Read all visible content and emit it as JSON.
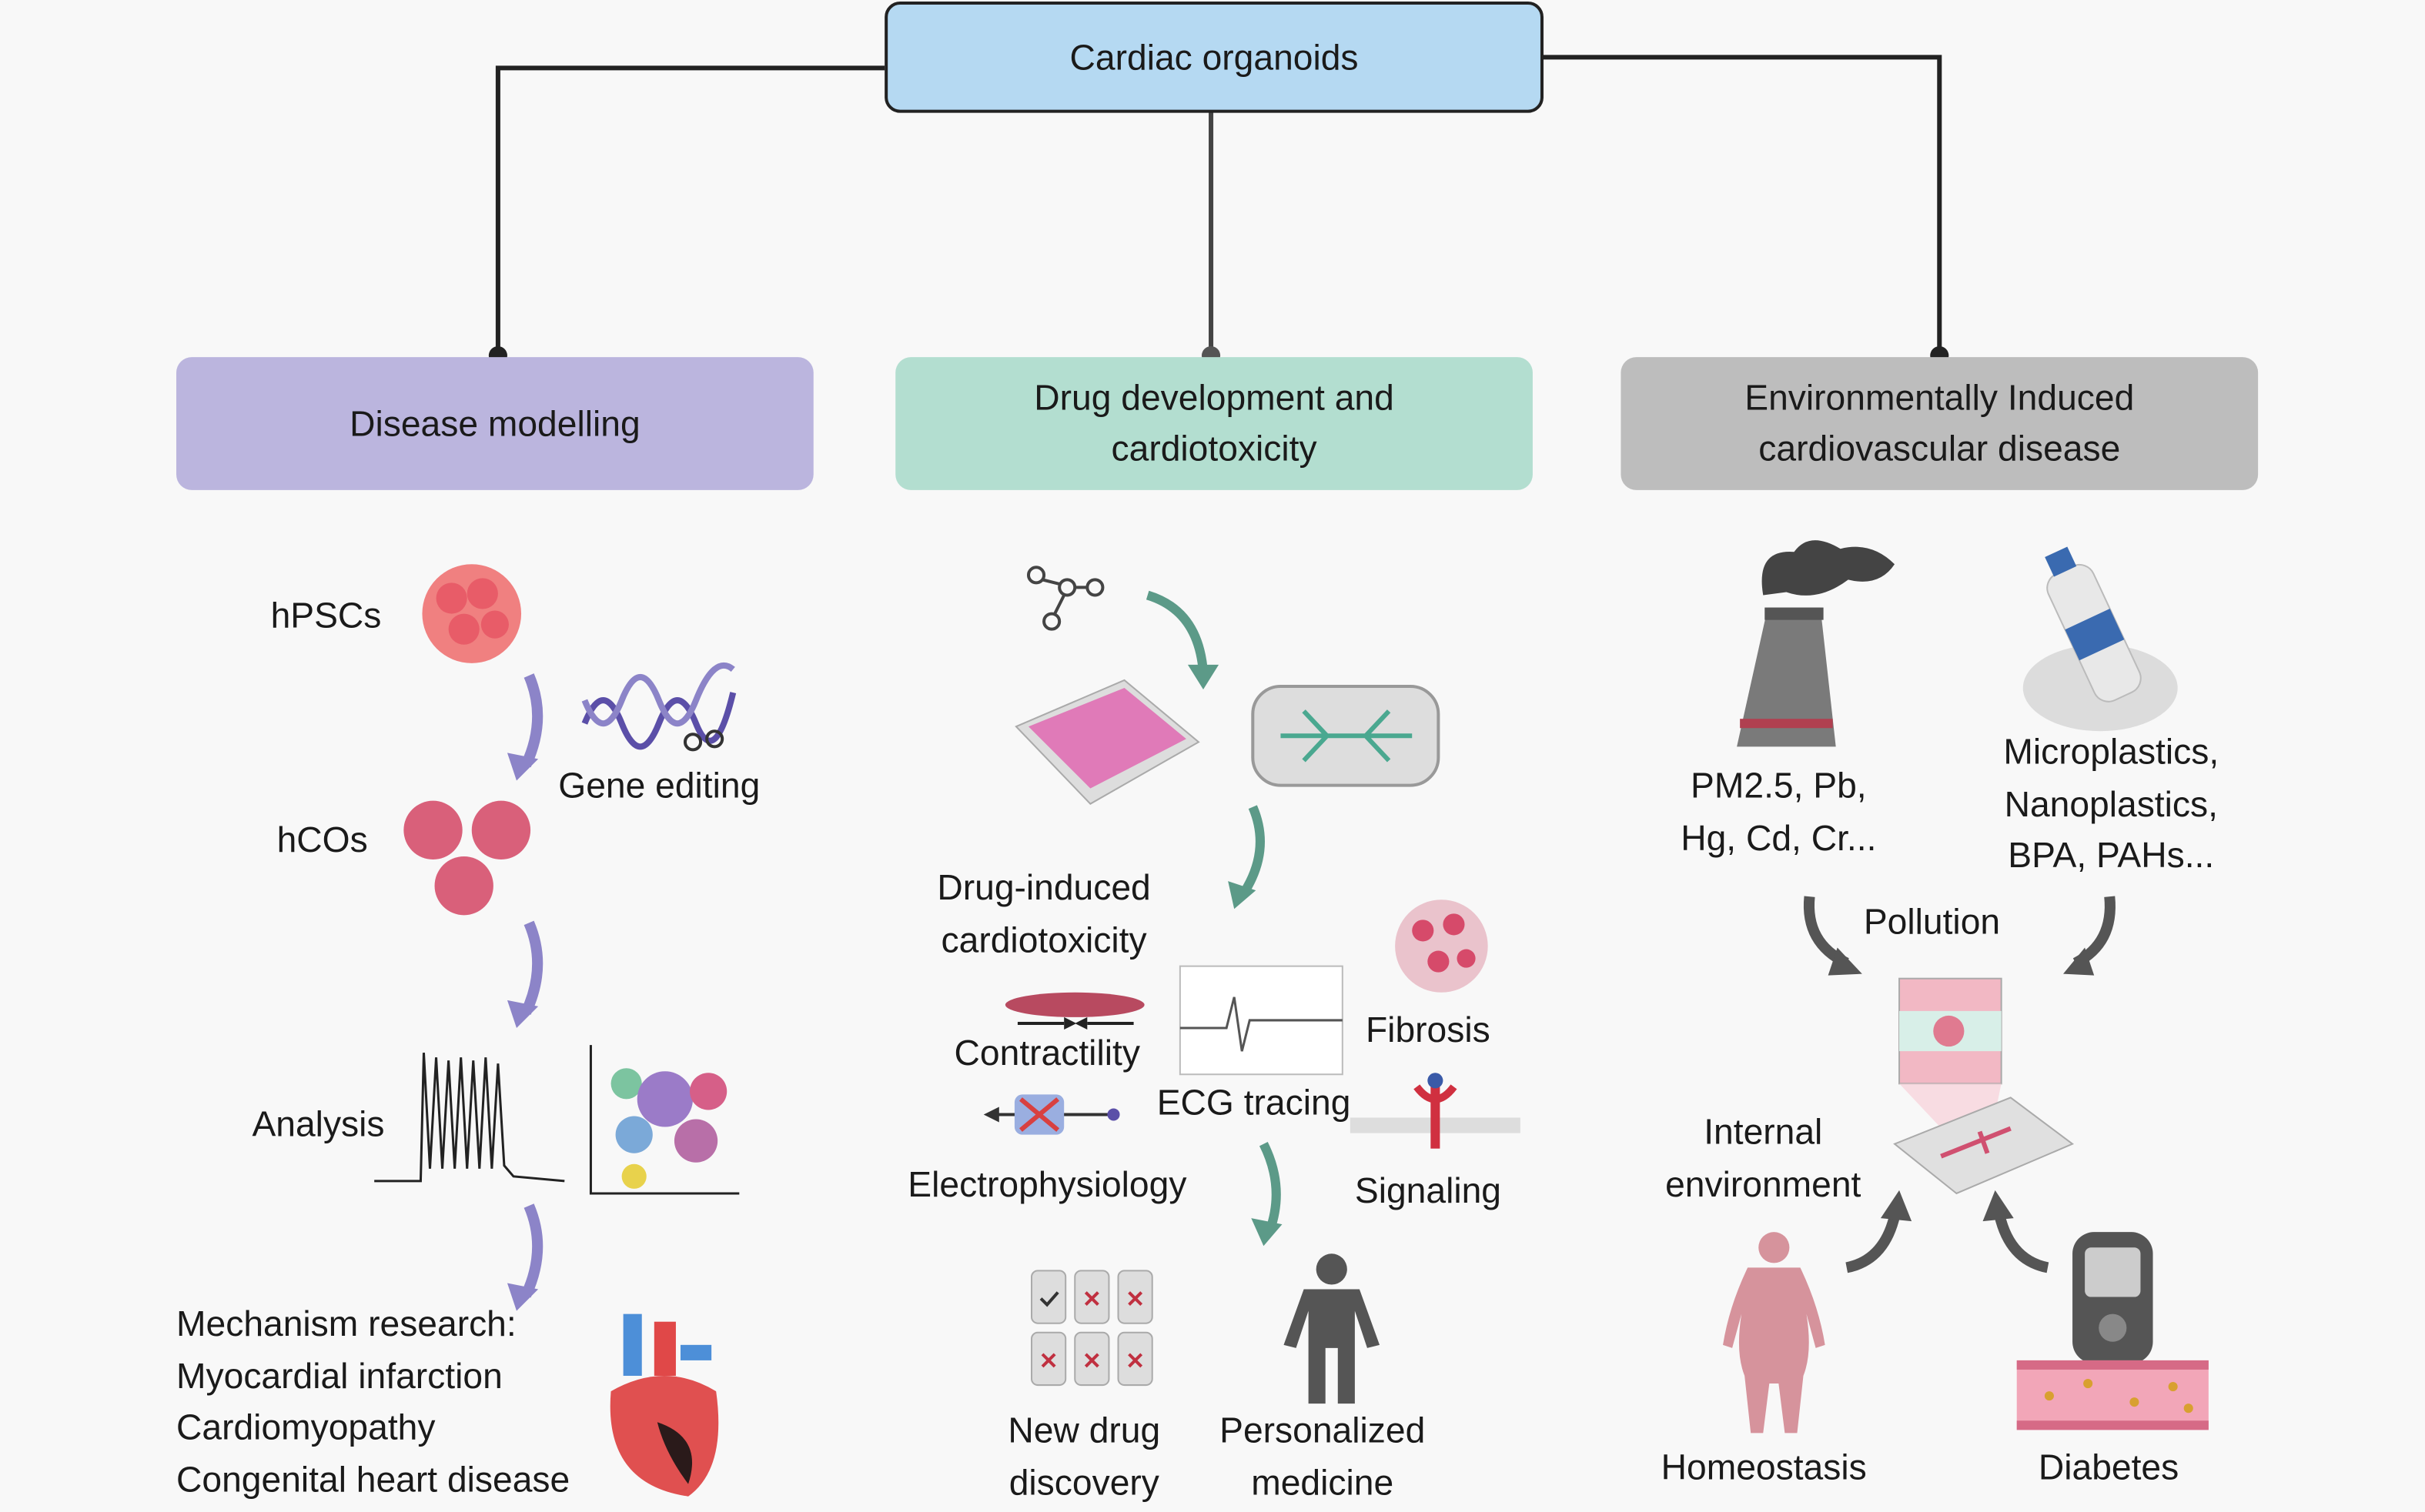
{
  "root": {
    "label": "Cardiac organoids",
    "color": "#b5d9f2"
  },
  "branches": [
    {
      "label": "Disease modelling",
      "color": "#bbb5de"
    },
    {
      "label_line1": "Drug development and",
      "label_line2": "cardiotoxicity",
      "color": "#b3ded0"
    },
    {
      "label_line1": "Environmentally Induced",
      "label_line2": "cardiovascular disease",
      "color": "#bdbdbd"
    }
  ],
  "disease": {
    "hpscs": "hPSCs",
    "gene_editing": "Gene editing",
    "hcos": "hCOs",
    "analysis": "Analysis",
    "mechanism": [
      "Mechanism research:",
      "Myocardial infarction",
      "Cardiomyopathy",
      "Congenital heart disease"
    ]
  },
  "drug": {
    "cardiotox": [
      "Drug-induced",
      "cardiotoxicity"
    ],
    "contractility": "Contractility",
    "ecg": "ECG tracing",
    "fibrosis": "Fibrosis",
    "electrophysiology": "Electrophysiology",
    "signaling": "Signaling",
    "new_drug": [
      "New drug",
      "discovery"
    ],
    "personalized": [
      "Personalized",
      "medicine"
    ]
  },
  "env": {
    "pm": [
      "PM2.5, Pb,",
      "Hg, Cd, Cr..."
    ],
    "micro": [
      "Microplastics,",
      "Nanoplastics,",
      "BPA, PAHs..."
    ],
    "pollution": "Pollution",
    "internal": [
      "Internal",
      "environment"
    ],
    "homeostasis": "Homeostasis",
    "diabetes": "Diabetes"
  }
}
